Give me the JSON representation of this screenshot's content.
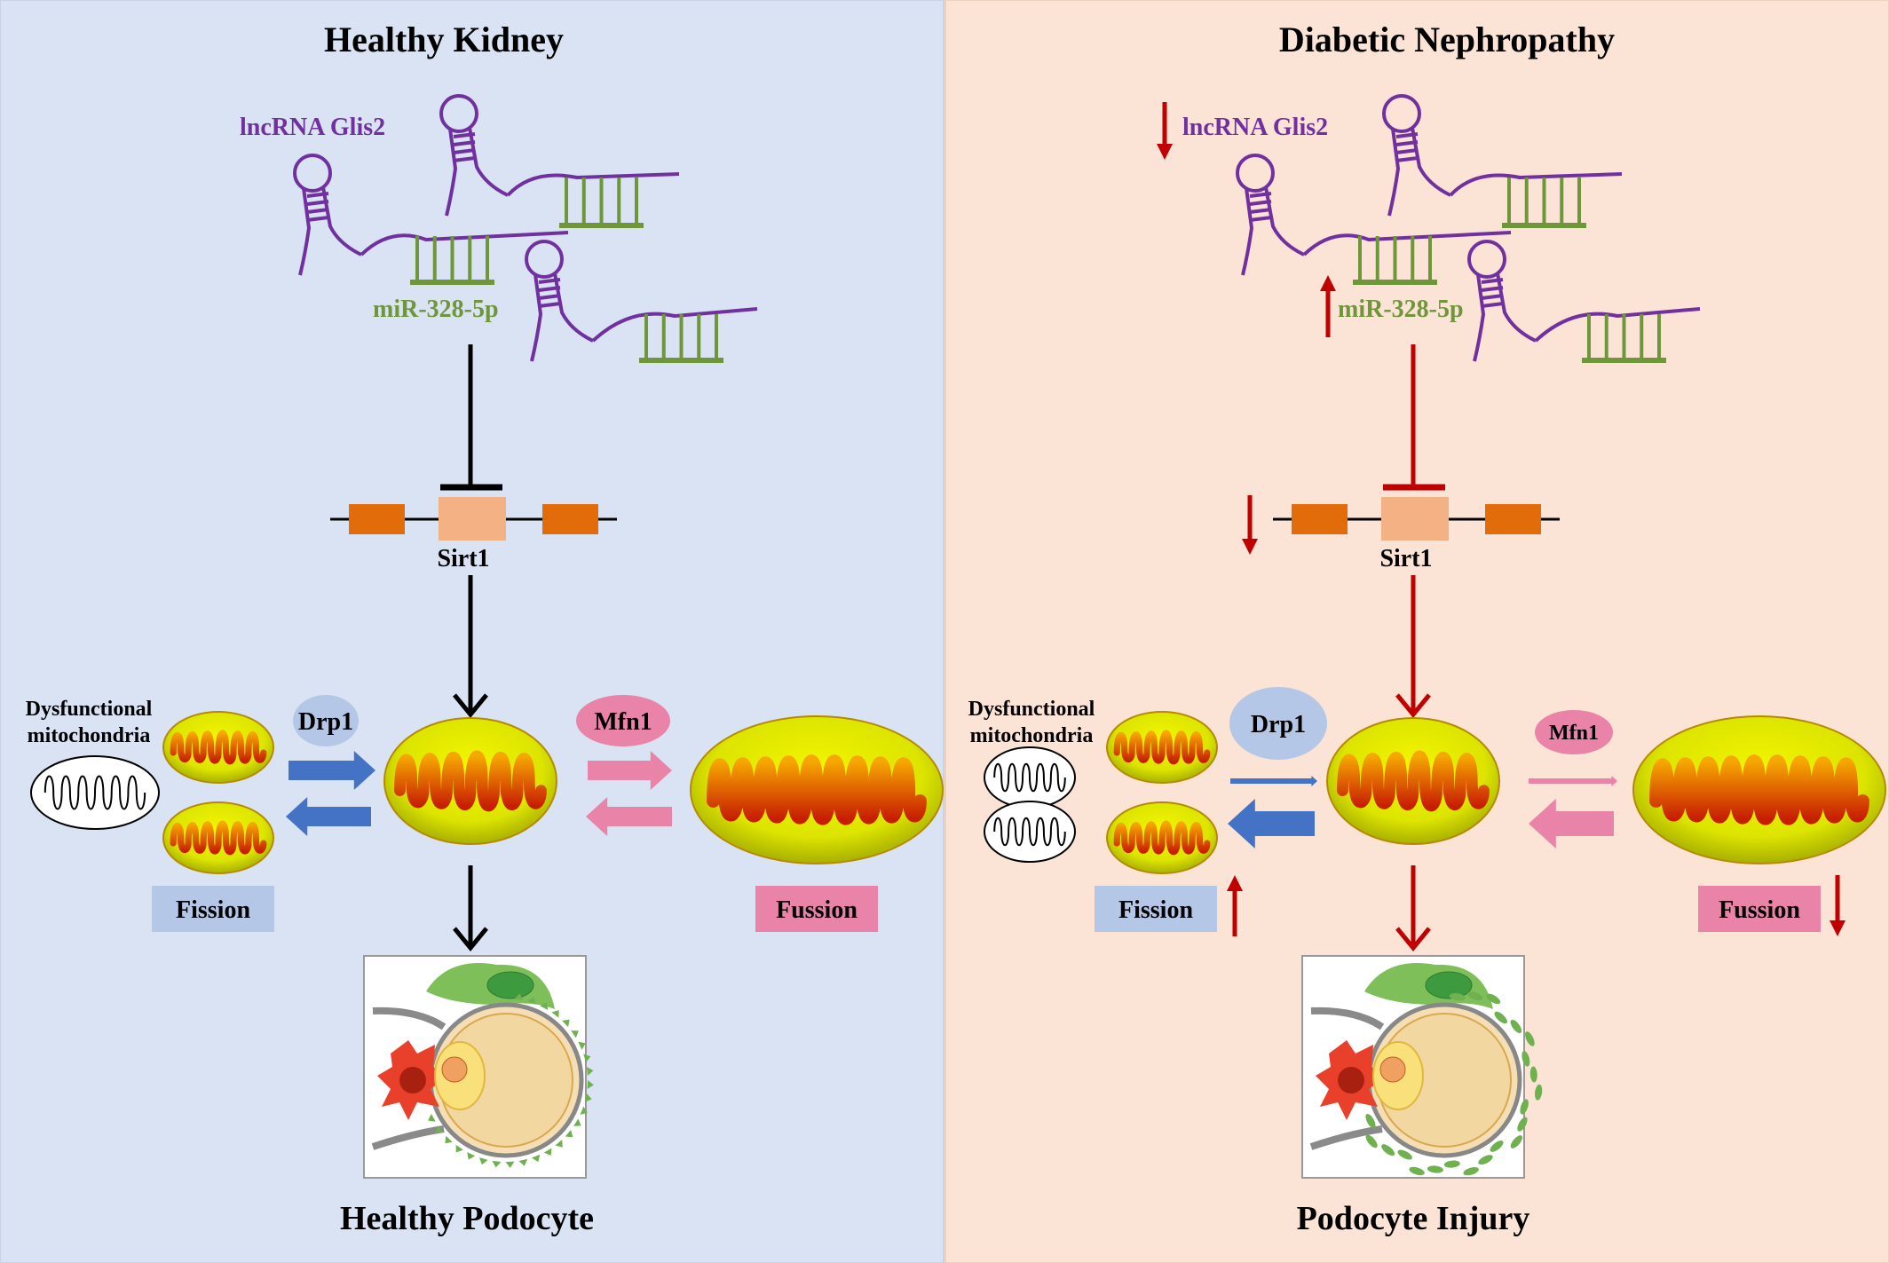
{
  "left_panel": {
    "title": "Healthy Kidney",
    "lncrna_label": "lncRNA Glis2",
    "mirna_label": "miR-328-5p",
    "gene_label": "Sirt1",
    "dysfunctional_label_line1": "Dysfunctional",
    "dysfunctional_label_line2": "mitochondria",
    "drp1_label": "Drp1",
    "mfn1_label": "Mfn1",
    "fission_label": "Fission",
    "fusion_label": "Fussion",
    "outcome_label": "Healthy Podocyte"
  },
  "right_panel": {
    "title": "Diabetic Nephropathy",
    "lncrna_label": "lncRNA Glis2",
    "mirna_label": "miR-328-5p",
    "gene_label": "Sirt1",
    "dysfunctional_label_line1": "Dysfunctional",
    "dysfunctional_label_line2": "mitochondria",
    "drp1_label": "Drp1",
    "mfn1_label": "Mfn1",
    "fission_label": "Fission",
    "fusion_label": "Fussion",
    "outcome_label": "Podocyte Injury"
  },
  "colors": {
    "left_background": "#d9e3f3",
    "right_background": "#fbe4d5",
    "rna_purple": "#7030a0",
    "mirna_green": "#70963b",
    "pathway_black": "#000000",
    "pathway_red": "#c00000",
    "fission_blue": "#4472c4",
    "fusion_pink": "#e983a8",
    "exon_orange": "#e36c0a",
    "sirt1_exon": "#f4b183",
    "mito_outer": "#e0e800",
    "mito_cristae": "#d43a00"
  }
}
